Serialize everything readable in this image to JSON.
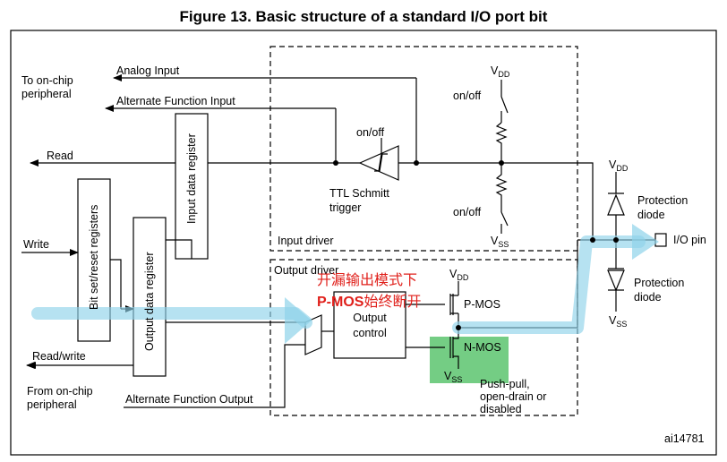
{
  "title": "Figure 13. Basic structure of a standard I/O port bit",
  "labels": {
    "to_onchip_1": "To on-chip",
    "to_onchip_2": "peripheral",
    "analog_input": "Analog Input",
    "alt_func_input": "Alternate Function Input",
    "read": "Read",
    "write": "Write",
    "read_write": "Read/write",
    "from_onchip_1": "From on-chip",
    "from_onchip_2": "peripheral",
    "alt_func_output": "Alternate Function Output",
    "input_data_register": "Input data register",
    "bit_set_reset_registers": "Bit set/reset registers",
    "output_data_register": "Output data register",
    "onoff_schmitt": "on/off",
    "ttl_schmitt_1": "TTL Schmitt",
    "ttl_schmitt_2": "trigger",
    "onoff_top": "on/off",
    "onoff_bottom": "on/off",
    "vdd_main": "V",
    "vdd_main_sub": "DD",
    "vss_main": "V",
    "vss_main_sub": "SS",
    "input_driver": "Input driver",
    "output_driver": "Output driver",
    "vdd_out": "V",
    "vdd_out_sub": "DD",
    "pmos": "P-MOS",
    "nmos": "N-MOS",
    "vss_out": "V",
    "vss_out_sub": "SS",
    "output_control_1": "Output",
    "output_control_2": "control",
    "push_pull_1": "Push-pull,",
    "push_pull_2": "open-drain or",
    "push_pull_3": "disabled",
    "vdd_prot": "V",
    "vdd_prot_sub": "DD",
    "protection_diode_top_1": "Protection",
    "protection_diode_top_2": "diode",
    "protection_diode_bottom_1": "Protection",
    "protection_diode_bottom_2": "diode",
    "vss_prot": "V",
    "vss_prot_sub": "SS",
    "io_pin": "I/O pin",
    "code": "ai14781"
  },
  "annotation": {
    "line1": "开漏输出模式下",
    "line2_bold": "P-MOS",
    "line2_rest": "始终断开",
    "text_color": "#e0201b",
    "highlight_color": "#5cc46e",
    "flow_color": "#8fd3ea"
  }
}
